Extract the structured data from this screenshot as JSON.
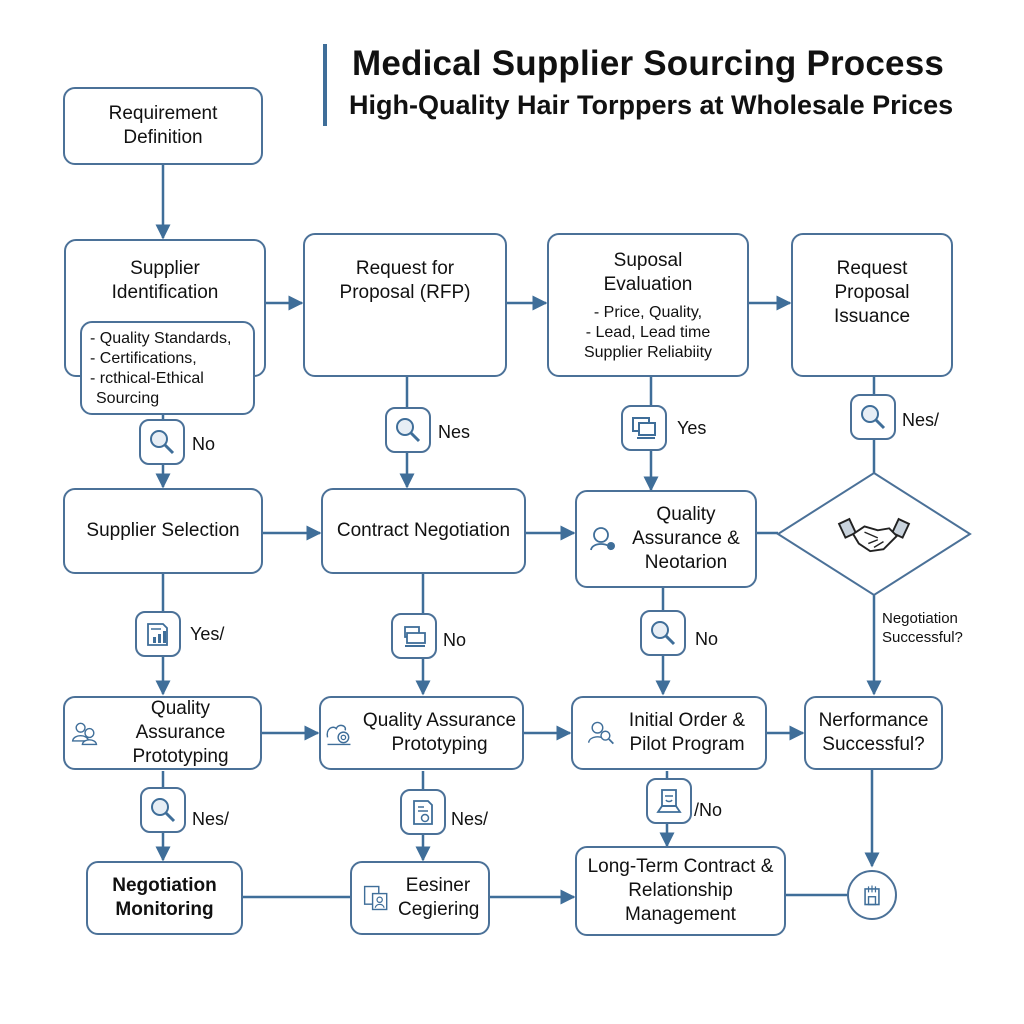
{
  "header": {
    "title": "Medical Supplier Sourcing Process",
    "subtitle": "High-Quality Hair Torppers at Wholesale Prices"
  },
  "colors": {
    "accent": "#3f6e99",
    "border": "#4b7198",
    "text": "#111111",
    "background": "#ffffff"
  },
  "nodes": {
    "requirement_definition": {
      "label": "Requirement Definition"
    },
    "supplier_identification": {
      "label": "Supplier Identification",
      "bullets": [
        "- Quality Standards,",
        "- Certifications,",
        "- rcthical-Ethical",
        "Sourcing"
      ]
    },
    "rfp": {
      "label": "Request for Proposal (RFP)"
    },
    "proposal_evaluation": {
      "label": "Suposal Evaluation",
      "bullets": [
        "- Price, Quality,",
        "- Lead, Lead time",
        "Supplier Reliabiity"
      ]
    },
    "request_proposal_issuance": {
      "label": "Request Proposal Issuance"
    },
    "supplier_selection": {
      "label": "Supplier Selection"
    },
    "contract_negotiation": {
      "label": "Contract Negotiation"
    },
    "qa_negotiation": {
      "label": "Quality Assurance & Neotarion",
      "icon": "person-icon"
    },
    "negotiation_decision": {
      "label": "Negotiation Successful?",
      "icon": "handshake-icon"
    },
    "qa_prototyping_1": {
      "label": "Quality Assurance Prototyping",
      "icon": "people-icon"
    },
    "qa_prototyping_2": {
      "label": "Quality Assurance Prototyping",
      "icon": "camera-icon"
    },
    "initial_order": {
      "label": "Initial Order & Pilot Program",
      "icon": "person-search-icon"
    },
    "performance": {
      "label": "Nerformance Successful?"
    },
    "negotiation_monitoring": {
      "label": "Negotiation Monitoring"
    },
    "designer_engineering": {
      "label": "Eesiner Cegiering",
      "icon": "documents-icon"
    },
    "long_term": {
      "label": "Long-Term Contract & Relationship Management"
    },
    "end_node": {
      "icon": "building-icon"
    }
  },
  "edge_labels": {
    "si_to_ss": {
      "text": "No",
      "icon": "magnifier-icon"
    },
    "rfp_to_cn": {
      "text": "Nes",
      "icon": "magnifier-icon"
    },
    "pe_to_qa": {
      "text": "Yes",
      "icon": "monitor-icon"
    },
    "rpi_to_dec": {
      "text": "Nes/",
      "icon": "magnifier-icon"
    },
    "ss_to_qap1": {
      "text": "Yes/",
      "icon": "chart-doc-icon"
    },
    "cn_to_qap2": {
      "text": "No",
      "icon": "screen-icon"
    },
    "qa_to_io": {
      "text": "No",
      "icon": "magnifier-icon"
    },
    "qap1_to_nm": {
      "text": "Nes/",
      "icon": "magnifier-icon"
    },
    "qap2_to_de": {
      "text": "Nes/",
      "icon": "document-icon"
    },
    "io_to_lt": {
      "text": "/No",
      "icon": "laptop-icon"
    }
  }
}
